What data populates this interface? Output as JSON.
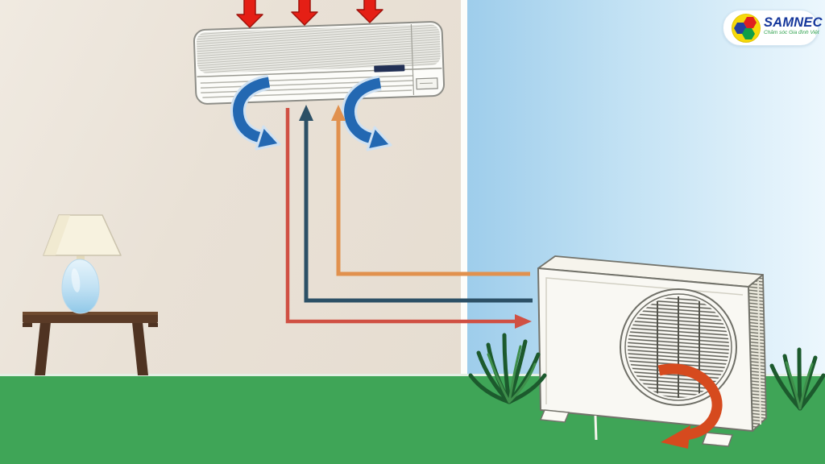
{
  "logo": {
    "brand": "SAMNEC",
    "slogan": "Chăm sóc Gia đình Việt"
  },
  "palette": {
    "wall_beige": "#e9e1d6",
    "sky_blue_left": "#9ecdeb",
    "sky_blue_right": "#ecf7fd",
    "grass_green": "#3fa557",
    "hot_air_arrow_red": "#e51f15",
    "cool_air_arrow_blue": "#2368b2",
    "pipe_red": "#d05043",
    "pipe_navy": "#2c5066",
    "pipe_orange": "#e1914e",
    "exhaust_arrow_orange_red": "#d64a1e",
    "unit_body_white": "#f9f8f3",
    "table_brown": "#5b3b27",
    "lamp_base_blue": "#9ccfec",
    "logo_blue": "#16379b",
    "logo_yellow": "#f6d90a",
    "logo_green": "#0f9e48",
    "logo_red": "#df1f1f"
  },
  "icons": [
    {
      "name": "red-down-arrow-icon",
      "meaning": "warm room air drawn into indoor unit",
      "count": 3
    },
    {
      "name": "blue-swoosh-arrow-icon",
      "meaning": "cool air blown from indoor unit",
      "count": 2
    },
    {
      "name": "orange-up-arrow-pipe",
      "meaning": "refrigerant line toward indoor unit",
      "count": 1
    },
    {
      "name": "navy-up-arrow-pipe",
      "meaning": "refrigerant line toward indoor unit",
      "count": 1
    },
    {
      "name": "red-right-arrow-pipe",
      "meaning": "refrigerant line toward outdoor unit",
      "count": 1
    },
    {
      "name": "orange-swoosh-arrow-icon",
      "meaning": "hot air exhausted by outdoor unit",
      "count": 1
    }
  ]
}
